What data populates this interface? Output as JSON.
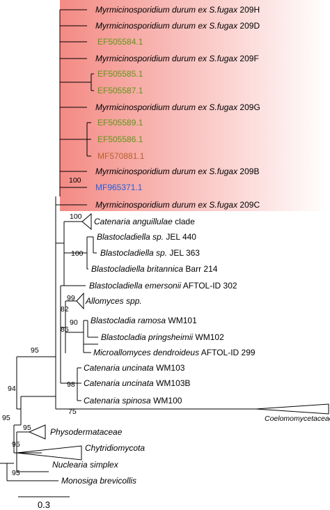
{
  "highlight": {
    "color_start": "#f48a84",
    "color_end": "#ffffff"
  },
  "taxa_colors": {
    "default": "#000000",
    "green": "#5a9a12",
    "brown": "#b86030",
    "blue": "#1f5fe0"
  },
  "leaves": [
    {
      "id": "L1",
      "parts": [
        {
          "t": "Myrmicinosporidium durum",
          "i": true
        },
        {
          "t": " ex ",
          "i": true
        },
        {
          "t": "S.fugax",
          "i": true
        },
        {
          "t": " 209H",
          "i": false
        }
      ],
      "color": "default"
    },
    {
      "id": "L2",
      "parts": [
        {
          "t": "Myrmicinosporidium durum",
          "i": true
        },
        {
          "t": " ex ",
          "i": true
        },
        {
          "t": "S.fugax",
          "i": true
        },
        {
          "t": " 209D",
          "i": false
        }
      ],
      "color": "default"
    },
    {
      "id": "L3",
      "parts": [
        {
          "t": "EF505584.1",
          "i": false
        }
      ],
      "color": "green"
    },
    {
      "id": "L4",
      "parts": [
        {
          "t": "Myrmicinosporidium durum",
          "i": true
        },
        {
          "t": " ex ",
          "i": true
        },
        {
          "t": "S.fugax",
          "i": true
        },
        {
          "t": " 209F",
          "i": false
        }
      ],
      "color": "default"
    },
    {
      "id": "L5",
      "parts": [
        {
          "t": "EF505585.1",
          "i": false
        }
      ],
      "color": "green"
    },
    {
      "id": "L6",
      "parts": [
        {
          "t": "EF505587.1",
          "i": false
        }
      ],
      "color": "green"
    },
    {
      "id": "L7",
      "parts": [
        {
          "t": "Myrmicinosporidium durum",
          "i": true
        },
        {
          "t": " ex ",
          "i": true
        },
        {
          "t": "S.fugax",
          "i": true
        },
        {
          "t": " 209G",
          "i": false
        }
      ],
      "color": "default"
    },
    {
      "id": "L8",
      "parts": [
        {
          "t": "EF505589.1",
          "i": false
        }
      ],
      "color": "green"
    },
    {
      "id": "L9",
      "parts": [
        {
          "t": "EF505586.1",
          "i": false
        }
      ],
      "color": "green"
    },
    {
      "id": "L10",
      "parts": [
        {
          "t": "MF570881.1",
          "i": false
        }
      ],
      "color": "brown"
    },
    {
      "id": "L11",
      "parts": [
        {
          "t": "Myrmicinosporidium durum",
          "i": true
        },
        {
          "t": " ex ",
          "i": true
        },
        {
          "t": "S.fugax",
          "i": true
        },
        {
          "t": " 209B",
          "i": false
        }
      ],
      "color": "default"
    },
    {
      "id": "L12",
      "parts": [
        {
          "t": "MF965371.1",
          "i": false
        }
      ],
      "color": "blue"
    },
    {
      "id": "L13",
      "parts": [
        {
          "t": "Myrmicinosporidium durum",
          "i": true
        },
        {
          "t": " ex ",
          "i": true
        },
        {
          "t": "S.fugax",
          "i": true
        },
        {
          "t": " 209C",
          "i": false
        }
      ],
      "color": "default"
    },
    {
      "id": "L14",
      "parts": [
        {
          "t": "Catenaria anguillulae",
          "i": true
        },
        {
          "t": " clade",
          "i": false
        }
      ],
      "color": "default"
    },
    {
      "id": "L15",
      "parts": [
        {
          "t": "Blastocladiella sp.",
          "i": true
        },
        {
          "t": " JEL 440",
          "i": false
        }
      ],
      "color": "default"
    },
    {
      "id": "L16",
      "parts": [
        {
          "t": "Blastocladiella sp.",
          "i": true
        },
        {
          "t": " JEL 363",
          "i": false
        }
      ],
      "color": "default"
    },
    {
      "id": "L17",
      "parts": [
        {
          "t": "Blastocladiella britannica",
          "i": true
        },
        {
          "t": " Barr 214",
          "i": false
        }
      ],
      "color": "default"
    },
    {
      "id": "L18",
      "parts": [
        {
          "t": "Blastocladiella emersonii",
          "i": true
        },
        {
          "t": " AFTOL-ID 302",
          "i": false
        }
      ],
      "color": "default"
    },
    {
      "id": "L19",
      "parts": [
        {
          "t": "Allomyces spp.",
          "i": true
        }
      ],
      "color": "default"
    },
    {
      "id": "L20",
      "parts": [
        {
          "t": "Blastocladia ramosa",
          "i": true
        },
        {
          "t": " WM101",
          "i": false
        }
      ],
      "color": "default"
    },
    {
      "id": "L21",
      "parts": [
        {
          "t": "Blastocladia pringsheimii",
          "i": true
        },
        {
          "t": " WM102",
          "i": false
        }
      ],
      "color": "default"
    },
    {
      "id": "L22",
      "parts": [
        {
          "t": "Microallomyces dendroideus",
          "i": true
        },
        {
          "t": " AFTOL-ID 299",
          "i": false
        }
      ],
      "color": "default"
    },
    {
      "id": "L23",
      "parts": [
        {
          "t": "Catenaria uncinata",
          "i": true
        },
        {
          "t": " WM103",
          "i": false
        }
      ],
      "color": "default"
    },
    {
      "id": "L24",
      "parts": [
        {
          "t": "Catenaria uncinata",
          "i": true
        },
        {
          "t": " WM103B",
          "i": false
        }
      ],
      "color": "default"
    },
    {
      "id": "L25",
      "parts": [
        {
          "t": "Catenaria spinosa",
          "i": true
        },
        {
          "t": " WM100",
          "i": false
        }
      ],
      "color": "default"
    },
    {
      "id": "L26",
      "parts": [
        {
          "t": "Coelomomycetaceae",
          "i": true
        }
      ],
      "color": "default"
    },
    {
      "id": "L27",
      "parts": [
        {
          "t": "Physodermataceae",
          "i": true
        }
      ],
      "color": "default"
    },
    {
      "id": "L28",
      "parts": [
        {
          "t": "Chytridiomycota",
          "i": true
        }
      ],
      "color": "default"
    },
    {
      "id": "L29",
      "parts": [
        {
          "t": "Nuclearia simplex",
          "i": true
        }
      ],
      "color": "default"
    },
    {
      "id": "L30",
      "parts": [
        {
          "t": "Monosiga brevicollis",
          "i": true
        }
      ],
      "color": "default"
    }
  ],
  "support_values": [
    {
      "id": "S1",
      "text": "100"
    },
    {
      "id": "S2",
      "text": "100"
    },
    {
      "id": "S3",
      "text": "100"
    },
    {
      "id": "S4",
      "text": "99"
    },
    {
      "id": "S5",
      "text": "82"
    },
    {
      "id": "S6",
      "text": "90"
    },
    {
      "id": "S7",
      "text": "86"
    },
    {
      "id": "S8",
      "text": "98"
    },
    {
      "id": "S9",
      "text": "95"
    },
    {
      "id": "S10",
      "text": "75"
    },
    {
      "id": "S11",
      "text": "94"
    },
    {
      "id": "S12",
      "text": "95"
    },
    {
      "id": "S13",
      "text": "95"
    },
    {
      "id": "S14",
      "text": "95"
    },
    {
      "id": "S15",
      "text": "95"
    }
  ],
  "scale_bar": {
    "label": "0.3"
  }
}
